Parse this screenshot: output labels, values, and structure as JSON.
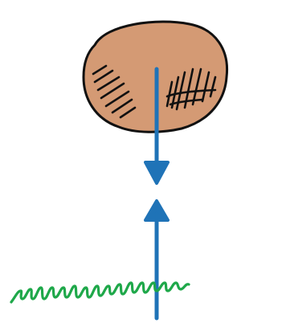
{
  "diagram": {
    "elements": [
      {
        "id": "rock",
        "icon": "rock-icon"
      },
      {
        "id": "weight-force-arrow",
        "direction": "down"
      },
      {
        "id": "reaction-force-arrow",
        "direction": "up"
      },
      {
        "id": "ground",
        "icon": "grass-icon"
      }
    ],
    "colors": {
      "rock_fill": "#d49a74",
      "outline": "#111111",
      "arrow": "#1f73b7",
      "grass": "#1fa84a",
      "background": "#ffffff"
    }
  }
}
